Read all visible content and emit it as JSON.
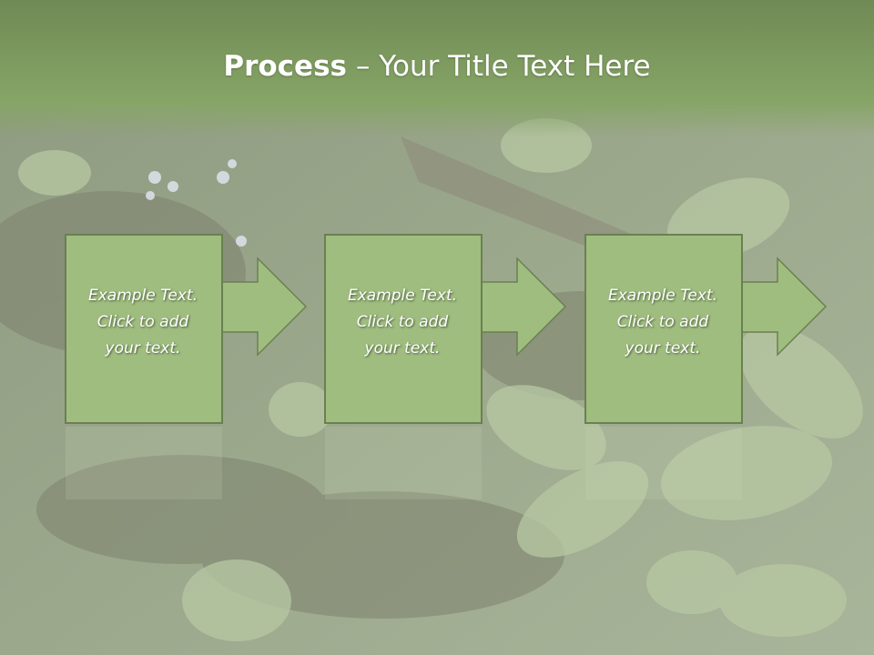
{
  "slide": {
    "title_bold": "Process",
    "title_rest": " – Your Title Text Here"
  },
  "steps": [
    {
      "lines": [
        "Example Text.",
        "Click  to add",
        "your text."
      ]
    },
    {
      "lines": [
        "Example Text.",
        "Click  to add",
        "your text."
      ]
    },
    {
      "lines": [
        "Example Text.",
        "Click  to add",
        "your text."
      ]
    }
  ],
  "colors": {
    "title_bar": "#87a567",
    "box_fill": "#9fbd7f",
    "box_border": "#6a8052",
    "arrow_fill": "#9fbd7f",
    "text": "#ffffff"
  },
  "background": "foliage-photo"
}
